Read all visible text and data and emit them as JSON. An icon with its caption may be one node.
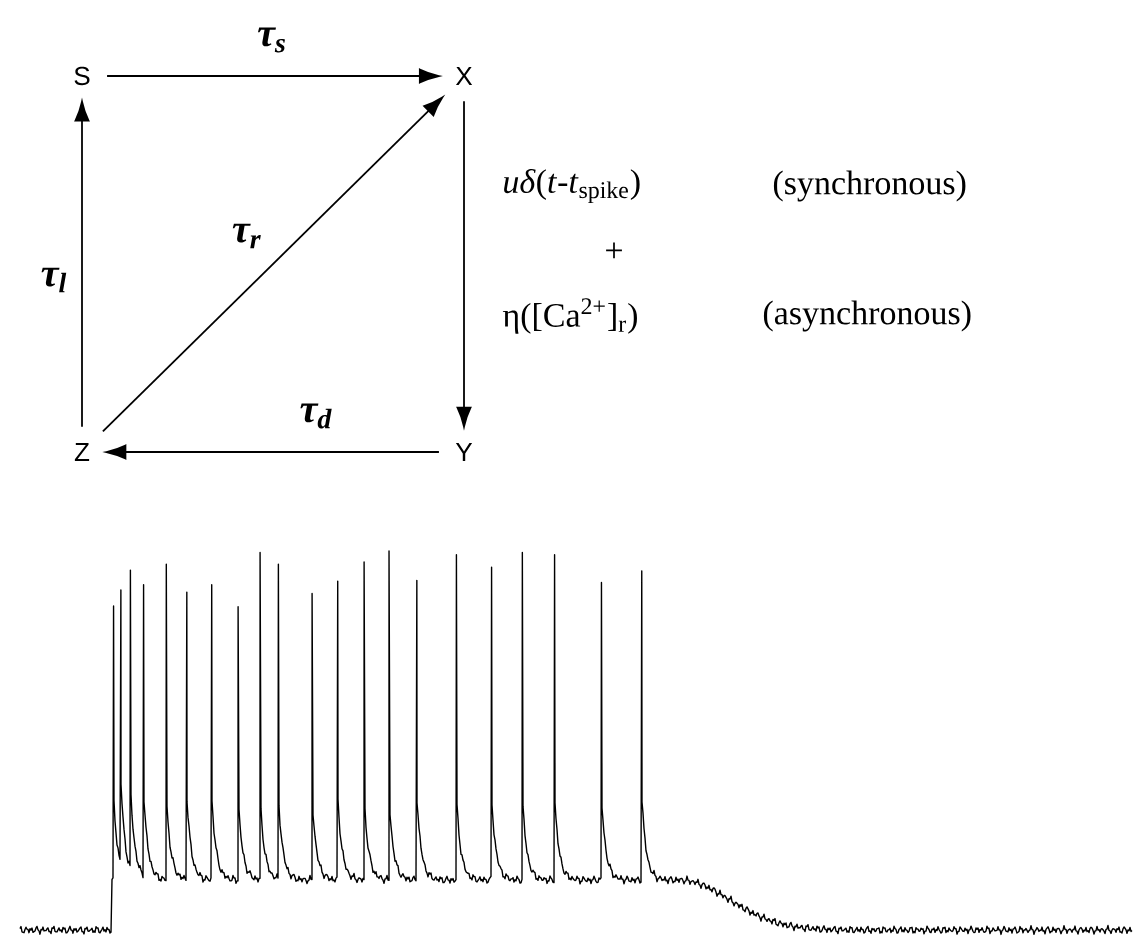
{
  "diagram": {
    "nodes": [
      {
        "text": [
          "S"
        ]
      },
      {
        "text": [
          "X"
        ]
      },
      {
        "text": [
          "Y"
        ]
      },
      {
        "text": [
          "Z"
        ]
      }
    ],
    "edges": [
      {
        "from": 0,
        "to": 1,
        "arrow": "to",
        "label": "τ$_{s}$"
      },
      {
        "from": 1,
        "to": 2,
        "arrow": "to"
      },
      {
        "from": 2,
        "to": 3,
        "arrow": "to",
        "label": "τ$_{d}$"
      },
      {
        "from": 3,
        "to": 0,
        "arrow": "to",
        "label": "τ$_{l}$"
      },
      {
        "from": 3,
        "to": 1,
        "arrow": "to",
        "label": "τ$_{r}$"
      }
    ],
    "labels": [
      "*uδ*(*t*-*t*$_{spike}$)",
      "(synchronous)",
      "+",
      "η([Ca$^{2+}$]$_{r}$)",
      "(asynchronous)"
    ]
  }
}
